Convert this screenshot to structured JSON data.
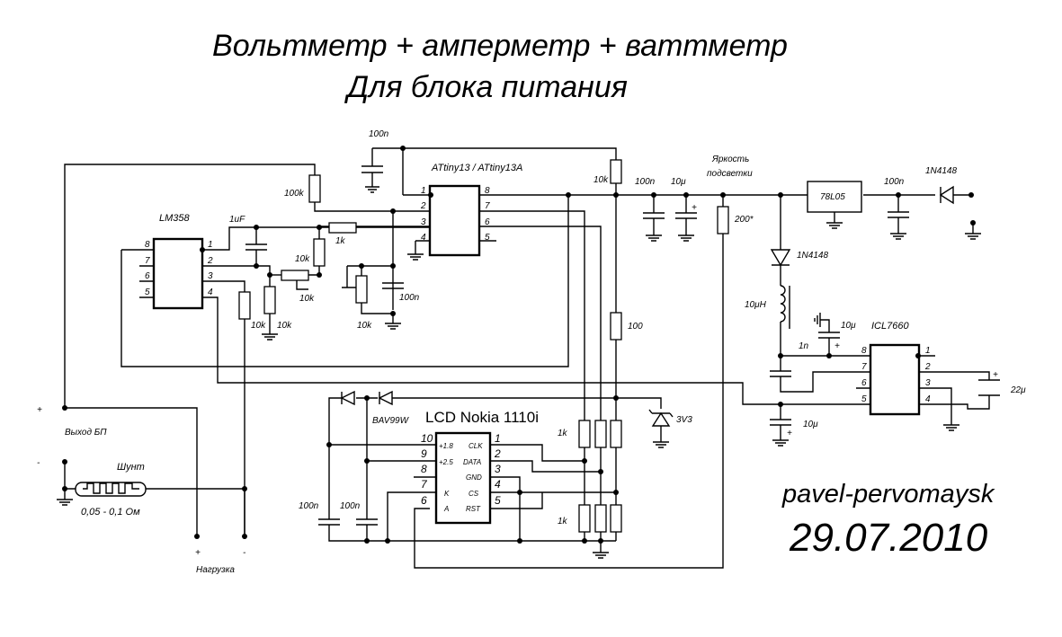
{
  "title": {
    "line1": "Вольтметр + амперметр + ваттметр",
    "line2": "Для блока питания"
  },
  "author": "pavel-pervomaysk",
  "date": "29.07.2010",
  "components": {
    "lm358": {
      "name": "LM358",
      "pins_left": [
        "8",
        "7",
        "6",
        "5"
      ],
      "pins_right": [
        "1",
        "2",
        "3",
        "4"
      ]
    },
    "attiny": {
      "name": "ATtiny13 / ATtiny13A",
      "pins_left": [
        "1",
        "2",
        "3",
        "4"
      ],
      "pins_right": [
        "8",
        "7",
        "6",
        "5"
      ]
    },
    "regulator": {
      "name": "78L05"
    },
    "icl7660": {
      "name": "ICL7660",
      "pins_left": [
        "8",
        "7",
        "6",
        "5"
      ],
      "pins_right": [
        "1",
        "2",
        "3",
        "4"
      ]
    },
    "lcd": {
      "name": "LCD Nokia 1110i",
      "pins_left": [
        "10",
        "9",
        "8",
        "7",
        "6"
      ],
      "pins_right": [
        "1",
        "2",
        "3",
        "4",
        "5"
      ],
      "signals_left": [
        "+1.8",
        "+2.5",
        "",
        "K",
        "A"
      ],
      "signals_right": [
        "CLK",
        "DATA",
        "GND",
        "CS",
        "RST"
      ]
    },
    "shunt": {
      "name": "Шунт",
      "value": "0,05 - 0,1 Ом"
    }
  },
  "labels": {
    "c_100n_top": "100n",
    "r_100k": "100k",
    "c_1uf": "1uF",
    "r_1k": "1k",
    "r_10k_a": "10k",
    "r_10k_pot": "10k",
    "r_10k_b": "10k",
    "r_10k_c": "10k",
    "r_10k_d": "10k",
    "c_100n_mid": "100n",
    "r_10k_top": "10k",
    "c_100n_v": "100n",
    "c_10u_v": "10μ",
    "brightness_line1": "Яркость",
    "brightness_line2": "подсветки",
    "r_200": "200*",
    "c_100n_in": "100n",
    "d_in": "1N4148",
    "d_down": "1N4148",
    "l_10uh": "10μH",
    "c_1n": "1n",
    "c_10u_icl": "10μ",
    "c_22u": "22μ",
    "c_10u_bot": "10μ",
    "r_100": "100",
    "zener": "3V3",
    "diodes": "BAV99W",
    "r_1k_top": "1k",
    "r_1k_bot": "1k",
    "c_100n_lcd1": "100n",
    "c_100n_lcd2": "100n",
    "out_plus": "+",
    "out_minus": "-",
    "out_label": "Выход БП",
    "load_plus": "+",
    "load_minus": "-",
    "load_label": "Нагрузка",
    "plus": "+"
  }
}
